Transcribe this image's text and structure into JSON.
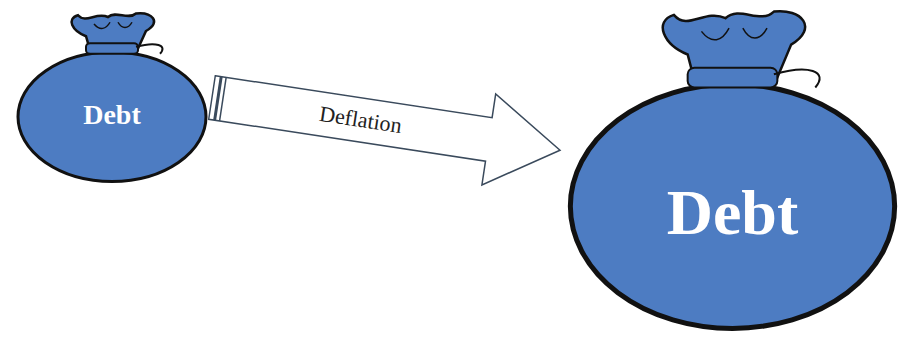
{
  "diagram": {
    "nodes": [
      {
        "text": [
          "Debt"
        ]
      },
      {
        "text": [
          "Debt"
        ]
      }
    ],
    "edges": [
      {
        "from": 0,
        "to": 1,
        "label": "Deflation",
        "arrow": "to"
      }
    ]
  }
}
